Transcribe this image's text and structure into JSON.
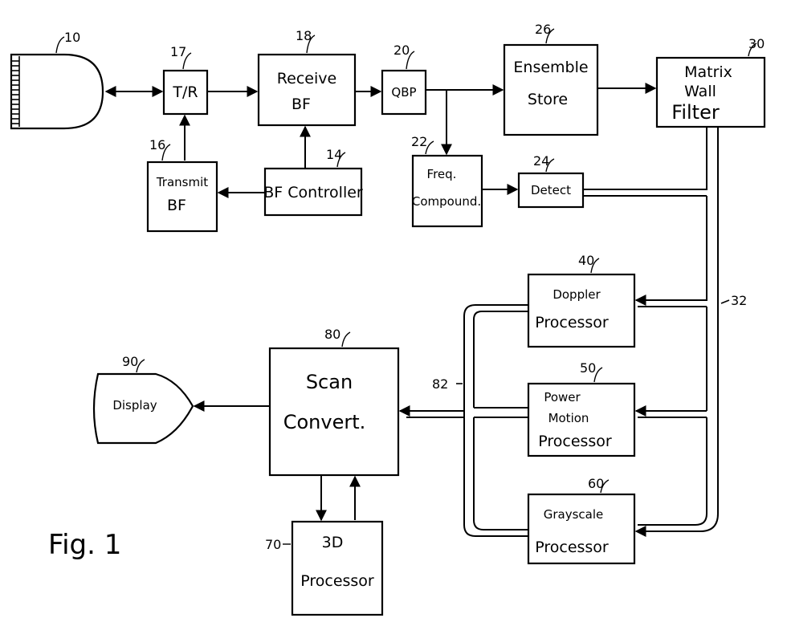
{
  "figure_label": "Fig. 1",
  "blocks": {
    "probe": {
      "ref": "10"
    },
    "tr": {
      "ref": "17",
      "label": "T/R"
    },
    "receive_bf": {
      "ref": "18",
      "line1": "Receive",
      "line2": "BF"
    },
    "qbp": {
      "ref": "20",
      "label": "QBP"
    },
    "ensemble_store": {
      "ref": "26",
      "line1": "Ensemble",
      "line2": "Store"
    },
    "matrix_wall_filter": {
      "ref": "30",
      "line1": "Matrix",
      "line2": "Wall",
      "line3": "Filter"
    },
    "transmit_bf": {
      "ref": "16",
      "line1": "Transmit",
      "line2": "BF"
    },
    "bf_controller": {
      "ref": "14",
      "label": "BF Controller"
    },
    "freq_compound": {
      "ref": "22",
      "line1": "Freq.",
      "line2": "Compound."
    },
    "detect": {
      "ref": "24",
      "label": "Detect"
    },
    "doppler_processor": {
      "ref": "40",
      "line1": "Doppler",
      "line2": "Processor"
    },
    "power_motion_processor": {
      "ref": "50",
      "line1": "Power",
      "line2": "Motion",
      "line3": "Processor"
    },
    "grayscale_processor": {
      "ref": "60",
      "line1": "Grayscale",
      "line2": "Processor"
    },
    "scan_convert": {
      "ref": "80",
      "line1": "Scan",
      "line2": "Convert."
    },
    "display": {
      "ref": "90",
      "label": "Display"
    },
    "processor_3d": {
      "ref": "70",
      "line1": "3D",
      "line2": "Processor"
    }
  },
  "buses": {
    "bus_32": {
      "ref": "32"
    },
    "bus_82": {
      "ref": "82"
    }
  }
}
